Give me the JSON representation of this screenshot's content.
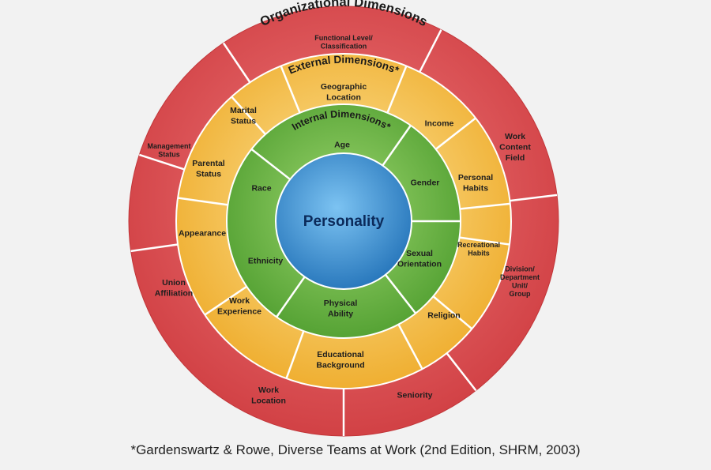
{
  "diagram": {
    "colors": {
      "organizational": "#d94a4d",
      "external": "#f0b63a",
      "internal": "#5fae3a",
      "personality": "#3b8fd0",
      "divider": "#ffffff"
    },
    "center_label": "Personality",
    "organizational": {
      "title": "Organizational Dimensions",
      "items": [
        {
          "lines": [
            "Functional Level/",
            "Classification"
          ]
        },
        {
          "lines": [
            "Work",
            "Content",
            "Field"
          ]
        },
        {
          "lines": [
            "Division/",
            "Department",
            "Unit/",
            "Group"
          ]
        },
        {
          "lines": [
            "Seniority"
          ]
        },
        {
          "lines": [
            "Work",
            "Location"
          ]
        },
        {
          "lines": [
            "Union",
            "Affiliation"
          ]
        },
        {
          "lines": [
            "Management",
            "Status"
          ]
        }
      ]
    },
    "external": {
      "title": "External Dimensions*",
      "items": [
        {
          "lines": [
            "Geographic",
            "Location"
          ]
        },
        {
          "lines": [
            "Income"
          ]
        },
        {
          "lines": [
            "Personal",
            "Habits"
          ]
        },
        {
          "lines": [
            "Recreational",
            "Habits"
          ]
        },
        {
          "lines": [
            "Religion"
          ]
        },
        {
          "lines": [
            "Educational",
            "Background"
          ]
        },
        {
          "lines": [
            "Work",
            "Experience"
          ]
        },
        {
          "lines": [
            "Appearance"
          ]
        },
        {
          "lines": [
            "Parental",
            "Status"
          ]
        },
        {
          "lines": [
            "Marital",
            "Status"
          ]
        }
      ]
    },
    "internal": {
      "title": "Internal Dimensions*",
      "items": [
        {
          "lines": [
            "Age"
          ]
        },
        {
          "lines": [
            "Gender"
          ]
        },
        {
          "lines": [
            "Sexual",
            "Orientation"
          ]
        },
        {
          "lines": [
            "Physical",
            "Ability"
          ]
        },
        {
          "lines": [
            "Ethnicity"
          ]
        },
        {
          "lines": [
            "Race"
          ]
        }
      ]
    }
  },
  "citation": "*Gardenswartz & Rowe, Diverse Teams at Work (2nd Edition,  SHRM, 2003)"
}
